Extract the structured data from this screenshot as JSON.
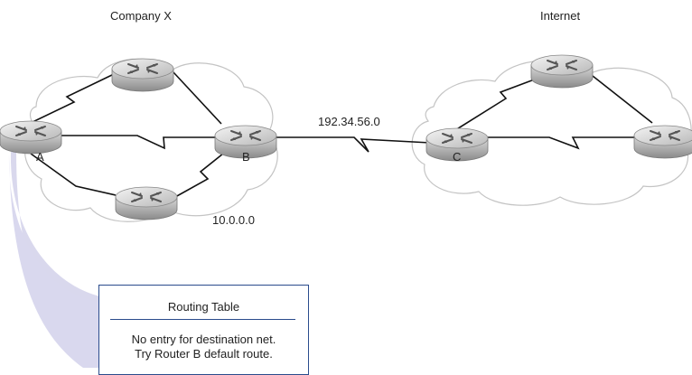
{
  "labels": {
    "company": "Company X",
    "internet": "Internet",
    "link_bc": "192.34.56.0",
    "net_internal": "10.0.0.0"
  },
  "routers": {
    "a": "A",
    "b": "B",
    "c": "C"
  },
  "routing_table": {
    "title": "Routing Table",
    "line1": "No entry for destination net.",
    "line2": "Try Router B default route."
  }
}
